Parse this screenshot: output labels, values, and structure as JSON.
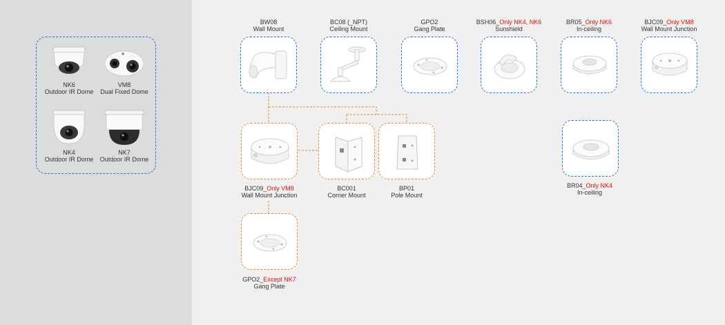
{
  "cameras": [
    {
      "model": "NK6",
      "desc": "Outdoor IR Dome",
      "icon": "dome-camera-icon"
    },
    {
      "model": "VM8",
      "desc": "Dual Fixed Dome",
      "icon": "dual-dome-camera-icon"
    },
    {
      "model": "NK4",
      "desc": "Outdoor IR Dome",
      "icon": "dome-camera-icon"
    },
    {
      "model": "NK7",
      "desc": "Outdoor IR Dome",
      "icon": "dome-camera-icon"
    }
  ],
  "mounts": {
    "bw08": {
      "code": "BW08",
      "note": "",
      "desc": "Wall Mount",
      "icon": "wall-mount-icon"
    },
    "bc08": {
      "code": "BC08 (_NPT)",
      "note": "",
      "desc": "Ceiling Mount",
      "icon": "ceiling-mount-icon"
    },
    "gp02_top": {
      "code": "GPO2",
      "note": "",
      "desc": "Gang Plate",
      "icon": "gang-plate-icon"
    },
    "bsh06": {
      "code": "BSH06_",
      "note": "Only NK4, NK6",
      "desc": "Sunshield",
      "icon": "sunshield-icon"
    },
    "br05": {
      "code": "BR05_",
      "note": "Only NK6",
      "desc": "In-ceiling",
      "icon": "in-ceiling-mount-icon"
    },
    "bjc09_top": {
      "code": "BJC09_",
      "note": "Only VM8",
      "desc": "Wall Mount Junction",
      "icon": "junction-box-icon"
    },
    "bjc09_mid": {
      "code": "BJC09_",
      "note": "Only VM8",
      "desc": "Wall Mount Junction",
      "icon": "junction-box-icon"
    },
    "bc001": {
      "code": "BC001",
      "note": "",
      "desc": "Corner Mount",
      "icon": "corner-mount-icon"
    },
    "bp01": {
      "code": "BP01",
      "note": "",
      "desc": "Pole Mount",
      "icon": "pole-mount-icon"
    },
    "br04": {
      "code": "BR04_",
      "note": "Only NK4",
      "desc": "In-ceiling",
      "icon": "in-ceiling-mount-icon"
    },
    "gp02_bot": {
      "code": "GPO2_",
      "note": "Except NK7",
      "desc": "Gang Plate",
      "icon": "gang-plate-icon"
    }
  },
  "colors": {
    "accent_blue": "#2f6cc8",
    "accent_orange": "#e08a2c",
    "note_red": "#e01010",
    "panel_gray": "#dcdcdc",
    "bg": "#f0f0f0"
  }
}
